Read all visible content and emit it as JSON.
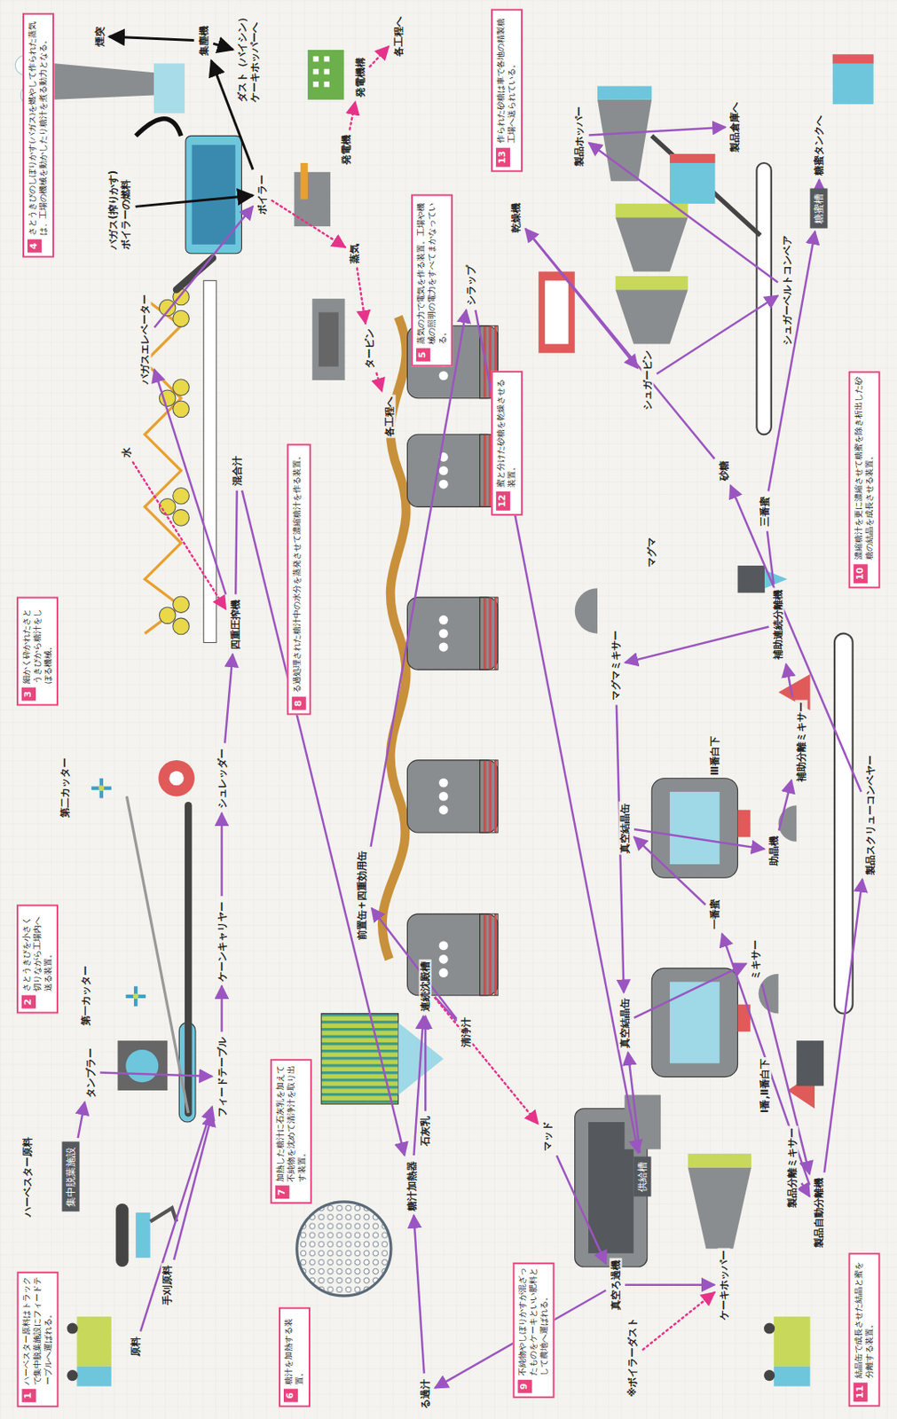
{
  "diagram": {
    "nodes": [
      {
        "text": [
          "1",
          "ハーベスター原料はトラックで集中脱葉施設にフィードテーブルへ運ばれる。"
        ]
      },
      {
        "text": [
          "ハーベスター原料"
        ]
      },
      {
        "text": [
          "集中脱葉施設"
        ]
      },
      {
        "text": [
          "原料"
        ]
      },
      {
        "text": [
          "手刈原料"
        ]
      },
      {
        "text": [
          "タンブラー"
        ]
      },
      {
        "text": [
          "フィードテーブル"
        ]
      },
      {
        "text": [
          "2",
          "さとうきびを小さく切りながら工場内へ送る装置。"
        ]
      },
      {
        "text": [
          "第一カッター"
        ]
      },
      {
        "text": [
          "ケーンキャリヤー"
        ]
      },
      {
        "text": [
          "第二カッター"
        ]
      },
      {
        "text": [
          "シュレッダー"
        ]
      },
      {
        "text": [
          "3",
          "細かく砕かれたさとうきびから糖汁をしぼる機械。"
        ]
      },
      {
        "text": [
          "四重圧搾機"
        ]
      },
      {
        "text": [
          "水"
        ]
      },
      {
        "text": [
          "混合汁"
        ]
      },
      {
        "text": [
          "バガスエレベーター"
        ]
      },
      {
        "text": [
          "4",
          "さとうきびのしぼりかす(バガス)を燃やして作られた蒸気は、工場の機械を動かしたり糖汁を煮る動力となる。"
        ]
      },
      {
        "text": [
          "ボイラー"
        ]
      },
      {
        "text": [
          "バガス(搾りかす) ボイラーの燃料"
        ]
      },
      {
        "text": [
          "集塵機"
        ]
      },
      {
        "text": [
          "煙突"
        ]
      },
      {
        "text": [
          "ダスト（バイシン） ケーキホッパーへ"
        ]
      },
      {
        "text": [
          "蒸気"
        ]
      },
      {
        "text": [
          "タービン"
        ]
      },
      {
        "text": [
          "発電機"
        ]
      },
      {
        "text": [
          "発電機構"
        ]
      },
      {
        "text": [
          "各工程へ"
        ]
      },
      {
        "text": [
          "各工程へ"
        ]
      },
      {
        "text": [
          "5",
          "蒸気の力で電気を作る装置。工場や機械の照明の電力をすべてまかなっている。"
        ]
      },
      {
        "text": [
          "6",
          "糖汁を加熱する装置。"
        ]
      },
      {
        "text": [
          "糖汁加熱器"
        ]
      },
      {
        "text": [
          "石灰乳"
        ]
      },
      {
        "text": [
          "連続沈殿槽"
        ]
      },
      {
        "text": [
          "7",
          "加熱した糖汁に石灰乳を加えて不純物を沈めて清浄汁を取り出す装置。"
        ]
      },
      {
        "text": [
          "清浄汁"
        ]
      },
      {
        "text": [
          "8",
          "る過処理された糖汁中の水分を蒸発させて濃縮糖汁を作る装置。"
        ]
      },
      {
        "text": [
          "前置缶+四重効用缶"
        ]
      },
      {
        "text": [
          "シラップ"
        ]
      },
      {
        "text": [
          "マッド"
        ]
      },
      {
        "text": [
          "真空ろ過機"
        ]
      },
      {
        "text": [
          "ケーキホッパー"
        ]
      },
      {
        "text": [
          "※ボイラーダスト"
        ]
      },
      {
        "text": [
          "9",
          "不純物やしぼりかすが混ざったものをケーキといい肥料として農地へ運ばれる。"
        ]
      },
      {
        "text": [
          "る過汁"
        ]
      },
      {
        "text": [
          "供給槽"
        ]
      },
      {
        "text": [
          "真空結晶缶"
        ]
      },
      {
        "text": [
          "Ⅰ番,Ⅱ番白下"
        ]
      },
      {
        "text": [
          "ミキサー"
        ]
      },
      {
        "text": [
          "製品分離ミキサー"
        ]
      },
      {
        "text": [
          "製品自動分離機"
        ]
      },
      {
        "text": [
          "一番蜜"
        ]
      },
      {
        "text": [
          "製品スクリューコンベヤー"
        ]
      },
      {
        "text": [
          "11",
          "結晶缶で成長させた結晶と蜜を分離する装置。"
        ]
      },
      {
        "text": [
          "真空結晶缶"
        ]
      },
      {
        "text": [
          "Ⅲ番白下"
        ]
      },
      {
        "text": [
          "助晶機"
        ]
      },
      {
        "text": [
          "補助分離ミキサー"
        ]
      },
      {
        "text": [
          "補助連続分離機"
        ]
      },
      {
        "text": [
          "マグマ"
        ]
      },
      {
        "text": [
          "マグマミキサー"
        ]
      },
      {
        "text": [
          "三番蜜"
        ]
      },
      {
        "text": [
          "10",
          "濃縮糖汁を更に濃縮させて糖蜜を除き析出した砂糖の結晶を成長させる装置。"
        ]
      },
      {
        "text": [
          "砂糖"
        ]
      },
      {
        "text": [
          "糖蜜槽"
        ]
      },
      {
        "text": [
          "糖蜜タンクへ"
        ]
      },
      {
        "text": [
          "12",
          "蜜と分けた砂糖を乾燥させる装置。"
        ]
      },
      {
        "text": [
          "乾燥機"
        ]
      },
      {
        "text": [
          "シュガービン"
        ]
      },
      {
        "text": [
          "シュガーベルトコンベア"
        ]
      },
      {
        "text": [
          "製品ホッパー"
        ]
      },
      {
        "text": [
          "製品倉庫へ"
        ]
      },
      {
        "text": [
          "13",
          "作られた砂糖は車で各地の精製糖工場へ送られている。"
        ]
      }
    ],
    "edges": [
      {
        "from": 2,
        "to": 5,
        "arrow": "to"
      },
      {
        "from": 5,
        "to": 6,
        "arrow": "to"
      },
      {
        "from": 4,
        "to": 6,
        "arrow": "to"
      },
      {
        "from": 3,
        "to": 6,
        "arrow": "to"
      },
      {
        "from": 6,
        "to": 9,
        "arrow": "to"
      },
      {
        "from": 9,
        "to": 11,
        "arrow": "to"
      },
      {
        "from": 11,
        "to": 13,
        "arrow": "to"
      },
      {
        "from": 14,
        "to": 13,
        "arrow": "to"
      },
      {
        "from": 13,
        "to": 15,
        "arrow": "none"
      },
      {
        "from": 13,
        "to": 16,
        "arrow": "to"
      },
      {
        "from": 16,
        "to": 18,
        "arrow": "to"
      },
      {
        "from": 18,
        "to": 20,
        "arrow": "to"
      },
      {
        "from": 20,
        "to": 21,
        "arrow": "to"
      },
      {
        "from": 20,
        "to": 22,
        "arrow": "to"
      },
      {
        "from": 19,
        "to": 18,
        "arrow": "to"
      },
      {
        "from": 18,
        "to": 23,
        "arrow": "to"
      },
      {
        "from": 23,
        "to": 24,
        "arrow": "to"
      },
      {
        "from": 24,
        "to": 28,
        "arrow": "to"
      },
      {
        "from": 25,
        "to": 26,
        "arrow": "to"
      },
      {
        "from": 26,
        "to": 27,
        "arrow": "to"
      },
      {
        "from": 15,
        "to": 31,
        "arrow": "to"
      },
      {
        "from": 31,
        "to": 33,
        "arrow": "to"
      },
      {
        "from": 32,
        "to": 33,
        "arrow": "to"
      },
      {
        "from": 33,
        "to": 35,
        "arrow": "none"
      },
      {
        "from": 35,
        "to": 37,
        "arrow": "to"
      },
      {
        "from": 37,
        "to": 38,
        "arrow": "to"
      },
      {
        "from": 33,
        "to": 39,
        "arrow": "to"
      },
      {
        "from": 39,
        "to": 40,
        "arrow": "to"
      },
      {
        "from": 40,
        "to": 41,
        "arrow": "to"
      },
      {
        "from": 40,
        "to": 44,
        "arrow": "to"
      },
      {
        "from": 44,
        "to": 31,
        "arrow": "to"
      },
      {
        "from": 42,
        "to": 41,
        "arrow": "to"
      },
      {
        "from": 38,
        "to": 45,
        "arrow": "to"
      },
      {
        "from": 45,
        "to": 46,
        "arrow": "to"
      },
      {
        "from": 46,
        "to": 48,
        "arrow": "to"
      },
      {
        "from": 48,
        "to": 50,
        "arrow": "to"
      },
      {
        "from": 49,
        "to": 50,
        "arrow": "to"
      },
      {
        "from": 50,
        "to": 52,
        "arrow": "to"
      },
      {
        "from": 50,
        "to": 51,
        "arrow": "to"
      },
      {
        "from": 51,
        "to": 54,
        "arrow": "to"
      },
      {
        "from": 54,
        "to": 56,
        "arrow": "to"
      },
      {
        "from": 56,
        "to": 57,
        "arrow": "to"
      },
      {
        "from": 57,
        "to": 58,
        "arrow": "to"
      },
      {
        "from": 58,
        "to": 60,
        "arrow": "to"
      },
      {
        "from": 60,
        "to": 46,
        "arrow": "to"
      },
      {
        "from": 58,
        "to": 61,
        "arrow": "none"
      },
      {
        "from": 61,
        "to": 64,
        "arrow": "to"
      },
      {
        "from": 64,
        "to": 65,
        "arrow": "to"
      },
      {
        "from": 52,
        "to": 63,
        "arrow": "to"
      },
      {
        "from": 63,
        "to": 67,
        "arrow": "to"
      },
      {
        "from": 67,
        "to": 68,
        "arrow": "to"
      },
      {
        "from": 68,
        "to": 69,
        "arrow": "to"
      },
      {
        "from": 69,
        "to": 70,
        "arrow": "to"
      },
      {
        "from": 70,
        "to": 71,
        "arrow": "to"
      }
    ]
  }
}
